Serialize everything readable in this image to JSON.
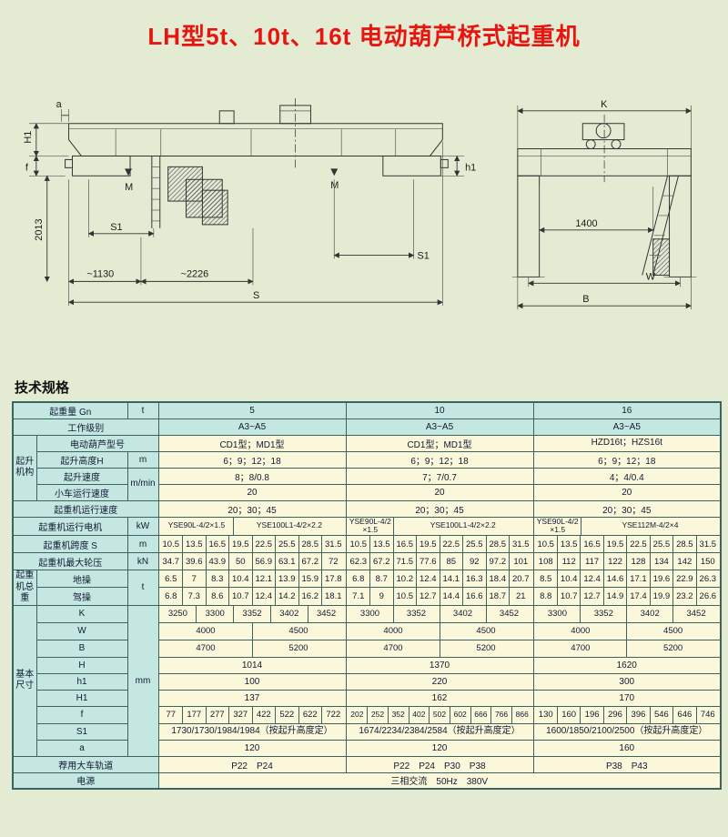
{
  "page": {
    "title": "LH型5t、10t、16t 电动葫芦桥式起重机",
    "section_title": "技术规格"
  },
  "drawings": {
    "left": {
      "a": "a",
      "H1": "H1",
      "f": "f",
      "d2013": "2013",
      "S1_left": "S1",
      "S1_right": "S1",
      "d1130": "~1130",
      "d2226": "~2226",
      "S": "S",
      "M_left": "M",
      "M_right": "M",
      "h1": "h1"
    },
    "right": {
      "K": "K",
      "d1400": "1400",
      "W": "W",
      "B": "B"
    }
  },
  "table": {
    "rows": [
      {
        "cells": [
          {
            "t": "起重量 Gn",
            "cs": 2,
            "cls": "lab",
            "name": "row-label-capacity"
          },
          {
            "t": "t",
            "cls": "lab",
            "name": "unit-cell"
          },
          {
            "t": "5",
            "cls": "cyan"
          },
          {
            "t": "10",
            "cls": "cyan"
          },
          {
            "t": "16",
            "cls": "cyan"
          }
        ]
      },
      {
        "cells": [
          {
            "t": "工作级别",
            "cs": 3,
            "cls": "lab",
            "name": "row-label-duty-class"
          },
          {
            "t": "A3~A5",
            "cls": "cyan"
          },
          {
            "t": "A3~A5",
            "cls": "cyan"
          },
          {
            "t": "A3~A5",
            "cls": "cyan"
          }
        ]
      },
      {
        "cells": [
          {
            "t": "起升机构",
            "rs": 4,
            "cls": "lab grp",
            "name": "group-label-hoist-mechanism"
          },
          {
            "t": "电动葫芦型号",
            "cs": 2,
            "cls": "lab",
            "name": "row-label-hoist-model"
          },
          {
            "t": "CD1型；MD1型",
            "cls": "cream"
          },
          {
            "t": "CD1型；MD1型",
            "cls": "cream"
          },
          {
            "t": "HZD16t；HZS16t",
            "cls": "cream sm"
          }
        ]
      },
      {
        "cells": [
          {
            "t": "起升高度H",
            "cls": "lab",
            "name": "row-label-lifting-height"
          },
          {
            "t": "m",
            "cls": "lab",
            "name": "unit-cell"
          },
          {
            "t": "6；9；12；18",
            "cls": "cream"
          },
          {
            "t": "6；9；12；18",
            "cls": "cream"
          },
          {
            "t": "6；9；12；18",
            "cls": "cream"
          }
        ]
      },
      {
        "cells": [
          {
            "t": "起升速度",
            "cls": "lab",
            "name": "row-label-lifting-speed"
          },
          {
            "t": "m/min",
            "rs": 2,
            "cls": "lab sm",
            "name": "unit-cell"
          },
          {
            "t": "8；8/0.8",
            "cls": "cream"
          },
          {
            "t": "7；7/0.7",
            "cls": "cream"
          },
          {
            "t": "4；4/0.4",
            "cls": "cream"
          }
        ]
      },
      {
        "cells": [
          {
            "t": "小车运行速度",
            "cls": "lab",
            "name": "row-label-trolley-speed"
          },
          {
            "t": "20",
            "cls": "cream"
          },
          {
            "t": "20",
            "cls": "cream"
          },
          {
            "t": "20",
            "cls": "cream"
          }
        ]
      },
      {
        "cells": [
          {
            "t": "起重机运行速度",
            "cs": 3,
            "cls": "lab",
            "name": "row-label-crane-speed"
          },
          {
            "t": "20；30；45",
            "cls": "cream"
          },
          {
            "t": "20；30；45",
            "cls": "cream"
          },
          {
            "t": "20；30；45",
            "cls": "cream"
          }
        ]
      },
      {
        "cells": [
          {
            "t": "起重机运行电机",
            "cs": 2,
            "cls": "lab",
            "name": "row-label-travel-motor"
          },
          {
            "t": "kW",
            "cls": "lab",
            "name": "unit-cell"
          },
          {
            "vals": [
              "YSE90L-4/2×1.5",
              "YSE100L1-4/2×2.2"
            ],
            "w": [
              2,
              3
            ],
            "cls": "cream sm"
          },
          {
            "vals": [
              "YSE90L-4/2\n×1.5",
              "YSE100L1-4/2×2.2"
            ],
            "w": [
              1,
              3
            ],
            "cls": "cream sm"
          },
          {
            "vals": [
              "YSE90L-4/2\n×1.5",
              "YSE112M-4/2×4"
            ],
            "w": [
              1,
              3
            ],
            "cls": "cream sm"
          }
        ]
      },
      {
        "cells": [
          {
            "t": "起重机跨度 S",
            "cs": 2,
            "cls": "lab",
            "name": "row-label-span"
          },
          {
            "t": "m",
            "cls": "lab",
            "name": "unit-cell"
          },
          {
            "vals": [
              "10.5",
              "13.5",
              "16.5",
              "19.5",
              "22.5",
              "25.5",
              "28.5",
              "31.5"
            ],
            "cls": "cream"
          },
          {
            "vals": [
              "10.5",
              "13.5",
              "16.5",
              "19.5",
              "22.5",
              "25.5",
              "28.5",
              "31.5"
            ],
            "cls": "cream"
          },
          {
            "vals": [
              "10.5",
              "13.5",
              "16.5",
              "19.5",
              "22.5",
              "25.5",
              "28.5",
              "31.5"
            ],
            "cls": "cream"
          }
        ]
      },
      {
        "cells": [
          {
            "t": "起重机最大轮压",
            "cs": 2,
            "cls": "lab",
            "name": "row-label-max-wheel-load"
          },
          {
            "t": "kN",
            "cls": "lab",
            "name": "unit-cell"
          },
          {
            "vals": [
              "34.7",
              "39.6",
              "43.9",
              "50",
              "56.9",
              "63.1",
              "67.2",
              "72"
            ],
            "cls": "cream"
          },
          {
            "vals": [
              "62.3",
              "67.2",
              "71.5",
              "77.6",
              "85",
              "92",
              "97.2",
              "101"
            ],
            "cls": "cream"
          },
          {
            "vals": [
              "108",
              "112",
              "117",
              "122",
              "128",
              "134",
              "142",
              "150"
            ],
            "cls": "cream"
          }
        ]
      },
      {
        "cells": [
          {
            "t": "起重机总重",
            "rs": 2,
            "cls": "lab grp",
            "name": "group-label-total-weight"
          },
          {
            "t": "地操",
            "cls": "lab",
            "name": "row-label-ground-operated"
          },
          {
            "t": "t",
            "rs": 2,
            "cls": "lab",
            "name": "unit-cell"
          },
          {
            "vals": [
              "6.5",
              "7",
              "8.3",
              "10.4",
              "12.1",
              "13.9",
              "15.9",
              "17.8"
            ],
            "cls": "cream"
          },
          {
            "vals": [
              "6.8",
              "8.7",
              "10.2",
              "12.4",
              "14.1",
              "16.3",
              "18.4",
              "20.7"
            ],
            "cls": "cream"
          },
          {
            "vals": [
              "8.5",
              "10.4",
              "12.4",
              "14.6",
              "17.1",
              "19.6",
              "22.9",
              "26.3"
            ],
            "cls": "cream"
          }
        ]
      },
      {
        "cells": [
          {
            "t": "驾操",
            "cls": "lab",
            "name": "row-label-cab-operated"
          },
          {
            "vals": [
              "6.8",
              "7.3",
              "8.6",
              "10.7",
              "12.4",
              "14.2",
              "16.2",
              "18.1"
            ],
            "cls": "cream"
          },
          {
            "vals": [
              "7.1",
              "9",
              "10.5",
              "12.7",
              "14.4",
              "16.6",
              "18.7",
              "21"
            ],
            "cls": "cream"
          },
          {
            "vals": [
              "8.8",
              "10.7",
              "12.7",
              "14.9",
              "17.4",
              "19.9",
              "23.2",
              "26.6"
            ],
            "cls": "cream"
          }
        ]
      },
      {
        "cells": [
          {
            "t": "基本尺寸",
            "rs": 9,
            "cls": "lab grp",
            "name": "group-label-basic-dimensions"
          },
          {
            "t": "K",
            "cls": "lab",
            "name": "row-label-K"
          },
          {
            "t": "mm",
            "rs": 9,
            "cls": "lab",
            "name": "unit-cell"
          },
          {
            "vals": [
              "3250",
              "3300",
              "3352",
              "3402",
              "3452"
            ],
            "cls": "cream"
          },
          {
            "vals": [
              "3300",
              "3352",
              "3402",
              "3452"
            ],
            "cls": "cream"
          },
          {
            "vals": [
              "3300",
              "3352",
              "3402",
              "3452"
            ],
            "cls": "cream"
          }
        ]
      },
      {
        "cells": [
          {
            "t": "W",
            "cls": "lab",
            "name": "row-label-W"
          },
          {
            "vals": [
              "4000",
              "4500"
            ],
            "cls": "cream"
          },
          {
            "vals": [
              "4000",
              "4500"
            ],
            "cls": "cream"
          },
          {
            "vals": [
              "4000",
              "4500"
            ],
            "cls": "cream"
          }
        ]
      },
      {
        "cells": [
          {
            "t": "B",
            "cls": "lab",
            "name": "row-label-B"
          },
          {
            "vals": [
              "4700",
              "5200"
            ],
            "cls": "cream"
          },
          {
            "vals": [
              "4700",
              "5200"
            ],
            "cls": "cream"
          },
          {
            "vals": [
              "4700",
              "5200"
            ],
            "cls": "cream"
          }
        ]
      },
      {
        "cells": [
          {
            "t": "H",
            "cls": "lab",
            "name": "row-label-H"
          },
          {
            "t": "1014",
            "cls": "cream"
          },
          {
            "t": "1370",
            "cls": "cream"
          },
          {
            "t": "1620",
            "cls": "cream"
          }
        ]
      },
      {
        "cells": [
          {
            "t": "h1",
            "cls": "lab",
            "name": "row-label-h1"
          },
          {
            "t": "100",
            "cls": "cream"
          },
          {
            "t": "220",
            "cls": "cream"
          },
          {
            "t": "300",
            "cls": "cream"
          }
        ]
      },
      {
        "cells": [
          {
            "t": "H1",
            "cls": "lab",
            "name": "row-label-H1"
          },
          {
            "t": "137",
            "cls": "cream"
          },
          {
            "t": "162",
            "cls": "cream"
          },
          {
            "t": "170",
            "cls": "cream"
          }
        ]
      },
      {
        "cells": [
          {
            "t": "f",
            "cls": "lab",
            "name": "row-label-f"
          },
          {
            "vals": [
              "77",
              "177",
              "277",
              "327",
              "422",
              "522",
              "622",
              "722"
            ],
            "cls": "cream"
          },
          {
            "vals": [
              "202",
              "252",
              "352",
              "402",
              "502",
              "602",
              "666",
              "766",
              "866"
            ],
            "cls": "cream sm"
          },
          {
            "vals": [
              "130",
              "160",
              "196",
              "296",
              "396",
              "546",
              "646",
              "746"
            ],
            "cls": "cream"
          }
        ]
      },
      {
        "cells": [
          {
            "t": "S1",
            "cls": "lab",
            "name": "row-label-S1"
          },
          {
            "t": "1730/1730/1984/1984（按起升高度定）",
            "cls": "cream sm"
          },
          {
            "t": "1674/2234/2384/2584（按起升高度定）",
            "cls": "cream sm"
          },
          {
            "t": "1600/1850/2100/2500（按起升高度定）",
            "cls": "cream sm"
          }
        ]
      },
      {
        "cells": [
          {
            "t": "a",
            "cls": "lab",
            "name": "row-label-a"
          },
          {
            "t": "120",
            "cls": "cream"
          },
          {
            "t": "120",
            "cls": "cream"
          },
          {
            "t": "160",
            "cls": "cream"
          }
        ]
      },
      {
        "cells": [
          {
            "t": "荐用大车轨道",
            "cs": 3,
            "cls": "lab",
            "name": "row-label-recommended-rail"
          },
          {
            "t": "P22　P24",
            "cls": "cream"
          },
          {
            "t": "P22　P24　P30　P38",
            "cls": "cream"
          },
          {
            "t": "P38　P43",
            "cls": "cream"
          }
        ]
      },
      {
        "cells": [
          {
            "t": "电源",
            "cs": 3,
            "cls": "lab",
            "name": "row-label-power-supply"
          },
          {
            "t": "三相交流　50Hz　380V",
            "cs": 3,
            "cls": "cream",
            "name": "power-supply-value"
          }
        ]
      }
    ]
  }
}
